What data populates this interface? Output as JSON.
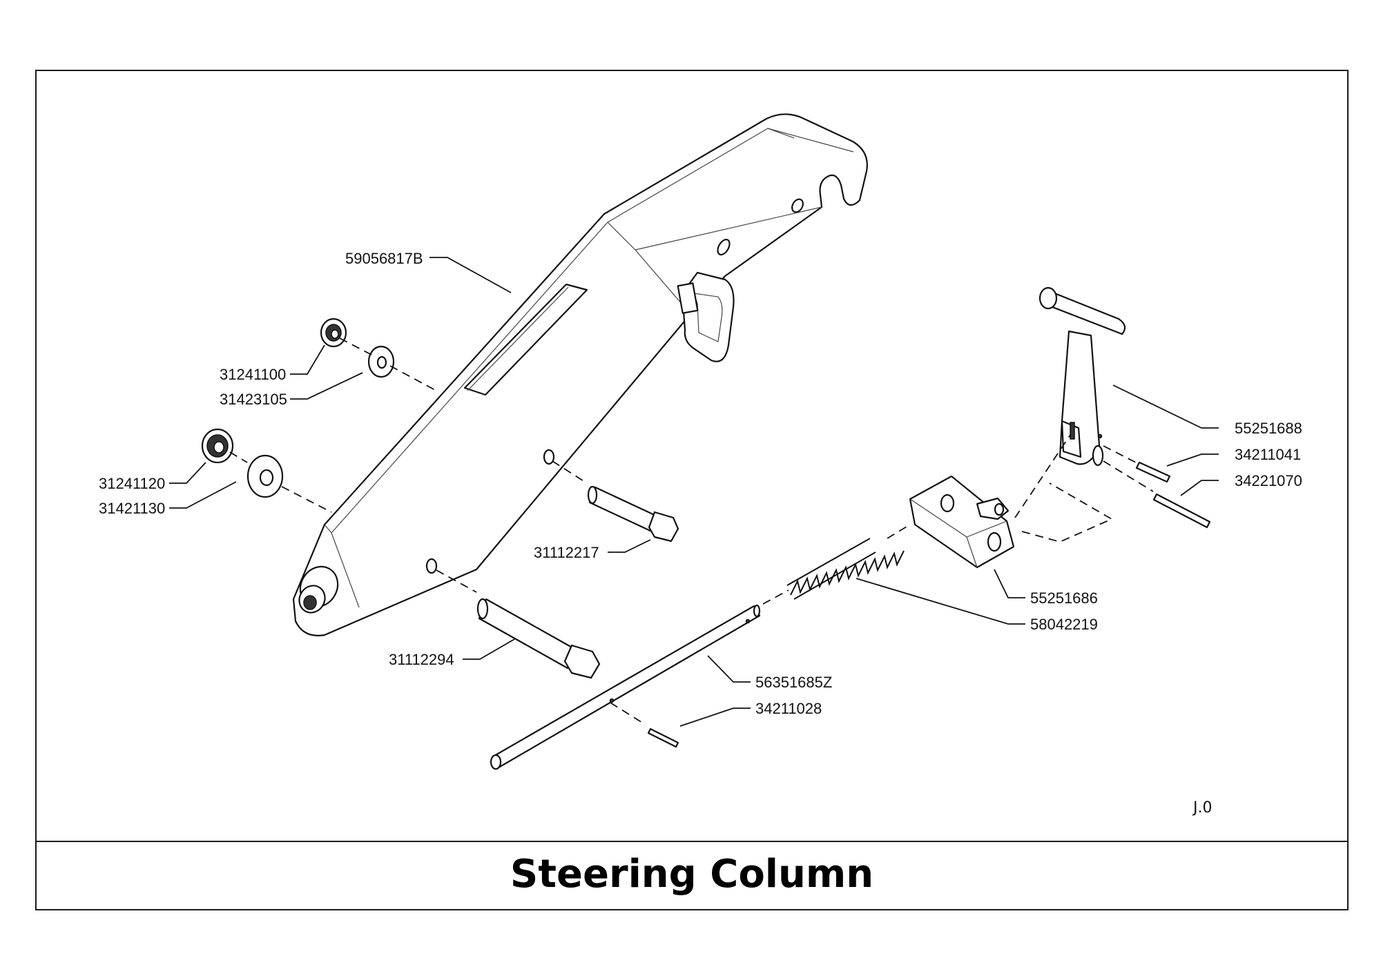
{
  "title": "Steering Column",
  "sheet_ref": "J.0",
  "parts": {
    "handle_body": "59056817B",
    "nut_small": "31241100",
    "washer_small": "31423105",
    "nut_large": "31241120",
    "washer_large": "31421130",
    "bolt_upper": "31112217",
    "bolt_lower": "31112294",
    "t_handle": "55251688",
    "pin_short": "34211041",
    "pin_long": "34221070",
    "lock_block": "55251686",
    "spring": "58042219",
    "rod": "56351685Z",
    "rod_pin": "34211028"
  }
}
